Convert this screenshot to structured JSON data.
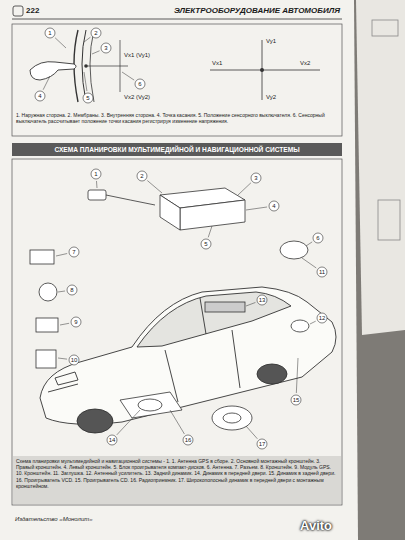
{
  "diagram": {
    "title": "СХЕМА ПЛАНИРОВКИ МУЛЬТИМЕДИЙНОЙ И НАВИГАЦИОННОЙ СИСТЕМЫ",
    "caption": "Схема планировки мультимедийной и навигационной системы - 1. 1. Антенна GPS в сборе. 2. Основной монтажный кронштейн. 3. Правый кронштейн. 4. Левый кронштейн. 5. Блок проигрывателя компакт-дисков. 6. Антенна. 7. Разъем. 8. Кронштейн. 9. Модуль GPS. 10. Кронштейн. 11. Заглушка. 12. Антенный усилитель. 13. Задний динамик. 14. Динамик в передней двери. 15. Динамик в задней двери. 16. Проигрыватель VCD. 15. Проигрыватель CD. 16. Радиоприемник. 17. Широкополосный динамик в передней двери с монтажным кронштейном.",
    "labels": [
      "222",
      "ЭЛЕКТРООБОРУДОВАНИЕ АВТОМОБИЛЯ",
      "1",
      "2",
      "3",
      "4",
      "5",
      "6",
      "Vx1 (Vy1)",
      "Vx2 (Vy2)",
      "Vy1",
      "Vx1",
      "Vx2",
      "Vy2",
      "1. Наружная сторона. 2. Мембраны. 3. Внутренняя сторона. 4. Точка касания. 5. Положение сенсорного выключателя. 6. Сенсорный выключатель рассчитывает положение точки касания регистрируя изменение напряжения.",
      "1",
      "2",
      "3",
      "4",
      "5",
      "6",
      "7",
      "8",
      "9",
      "10",
      "11",
      "12",
      "13",
      "14",
      "15",
      "16",
      "17",
      "Издательство «Монолит»",
      "Avito"
    ]
  }
}
